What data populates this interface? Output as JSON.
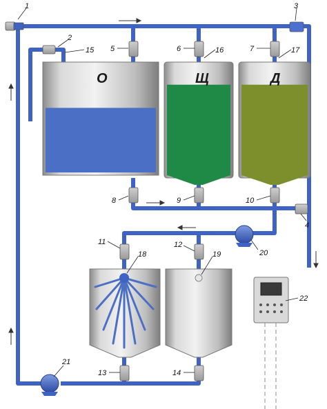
{
  "diagram": {
    "tank_labels": {
      "tank_o": "О",
      "tank_shch": "Щ",
      "tank_d": "Д"
    },
    "callouts": {
      "c1": "1",
      "c2": "2",
      "c3": "3",
      "c4": "4",
      "c5": "5",
      "c6": "6",
      "c7": "7",
      "c8": "8",
      "c9": "9",
      "c10": "10",
      "c11": "11",
      "c12": "12",
      "c13": "13",
      "c14": "14",
      "c15": "15",
      "c16": "16",
      "c17": "17",
      "c18": "18",
      "c19": "19",
      "c20": "20",
      "c21": "21",
      "c22": "22"
    },
    "colors": {
      "pipe": "#3f63c4",
      "water": "#4b6fc4",
      "alkali": "#1e8a45",
      "disinfectant": "#7d8f2c",
      "steel": "#b7b7b7"
    },
    "levels": {
      "tank_o_fill": 0.6,
      "tank_shch_fill": 0.82,
      "tank_d_fill": 0.82
    }
  }
}
